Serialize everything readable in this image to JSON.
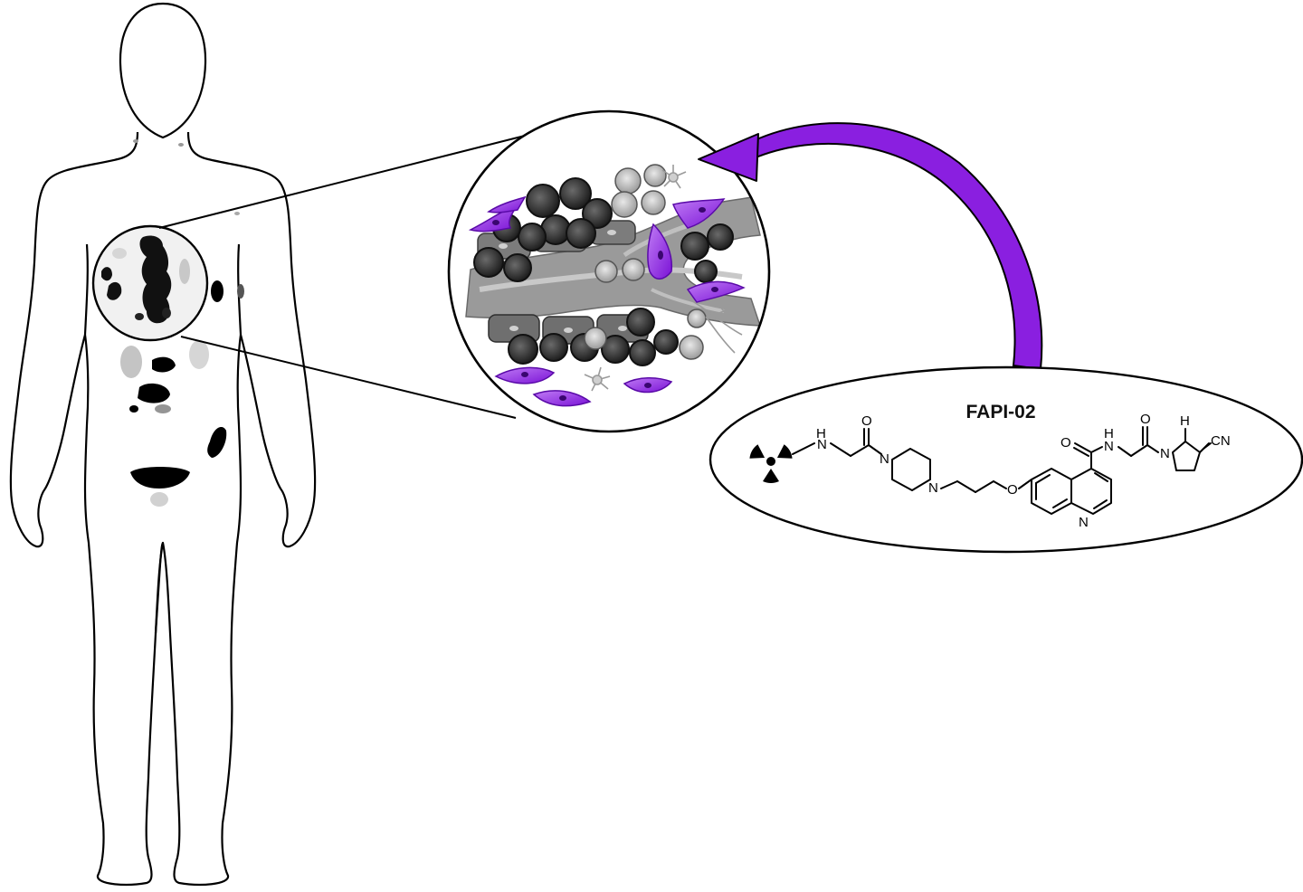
{
  "compound": {
    "name": "FAPI-02",
    "atom_labels": {
      "amine_n": "N",
      "amine_h": "H",
      "carbonyl_o1": "O",
      "pip_n1": "N",
      "pip_n2": "N",
      "ether_o": "O",
      "amide_o": "O",
      "amide_n": "N",
      "amide_h": "H",
      "carbonyl_o2": "O",
      "pyrr_n": "N",
      "stereo_h": "H",
      "nitrile": "CN",
      "quinoline_n": "N"
    }
  },
  "colors": {
    "accent_purple": "#8a1fe0",
    "arrow_purple": "#7a12d6",
    "outline": "#000000",
    "tissue_gray": "#8c8c8c",
    "tumor_dark": "#3a3a3a"
  },
  "icons": [
    "human-silhouette",
    "radiation-trefoil-icon",
    "curved-arrow"
  ]
}
